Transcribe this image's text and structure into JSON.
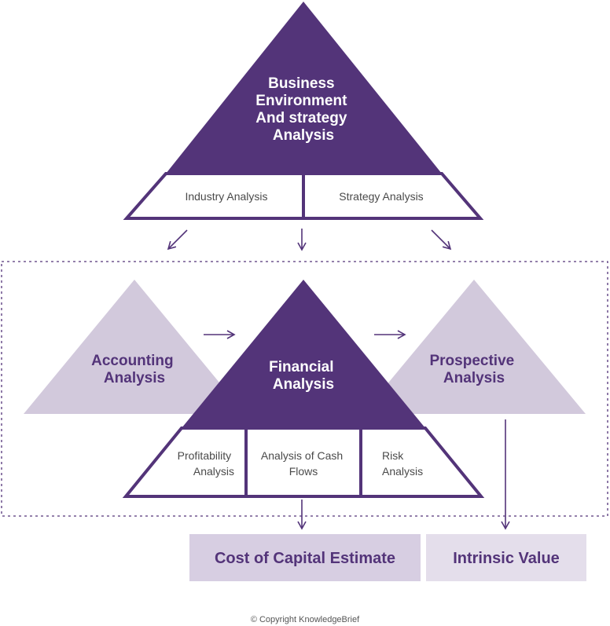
{
  "colors": {
    "primary": "#533479",
    "light": "#d2c9dc",
    "box_light": "#e4deeb",
    "box_medium": "#d7cee2"
  },
  "top_triangle": {
    "title_lines": [
      "Business",
      "Environment",
      "And strategy",
      "Analysis"
    ],
    "cells": [
      "Industry Analysis",
      "Strategy Analysis"
    ]
  },
  "accounting": {
    "title_lines": [
      "Accounting",
      "Analysis"
    ]
  },
  "financial": {
    "title_lines": [
      "Financial",
      "Analysis"
    ],
    "cells": [
      {
        "lines": [
          "Profitability",
          "Analysis"
        ]
      },
      {
        "lines": [
          "Analysis of Cash",
          "Flows"
        ]
      },
      {
        "lines": [
          "Risk",
          "Analysis"
        ]
      }
    ]
  },
  "prospective": {
    "title_lines": [
      "Prospective",
      "Analysis"
    ]
  },
  "outputs": {
    "cost_of_capital": "Cost of Capital Estimate",
    "intrinsic_value": "Intrinsic Value"
  },
  "copyright": "© Copyright KnowledgeBrief"
}
